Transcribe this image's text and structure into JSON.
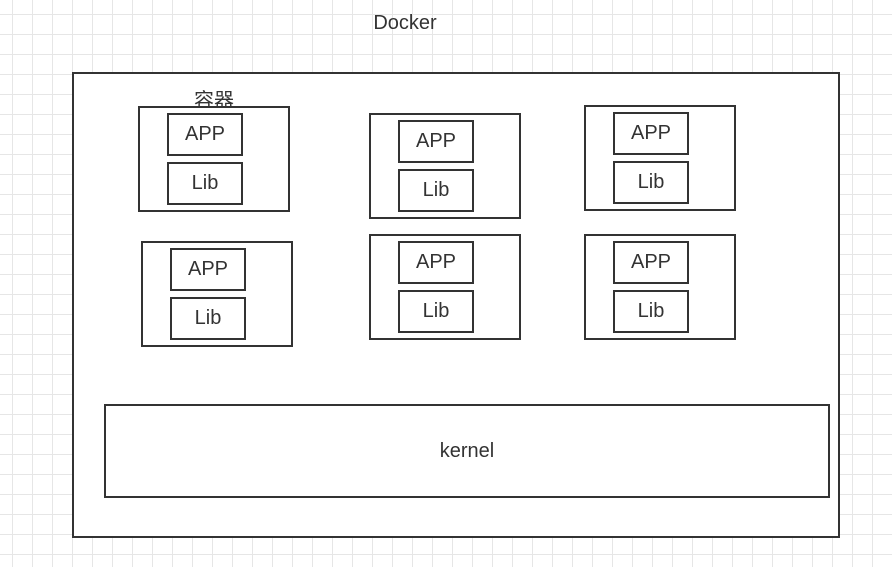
{
  "diagram": {
    "title": "Docker",
    "container_label": "容器",
    "containers": [
      {
        "app": "APP",
        "lib": "Lib"
      },
      {
        "app": "APP",
        "lib": "Lib"
      },
      {
        "app": "APP",
        "lib": "Lib"
      },
      {
        "app": "APP",
        "lib": "Lib"
      },
      {
        "app": "APP",
        "lib": "Lib"
      },
      {
        "app": "APP",
        "lib": "Lib"
      }
    ],
    "kernel": "kernel"
  }
}
